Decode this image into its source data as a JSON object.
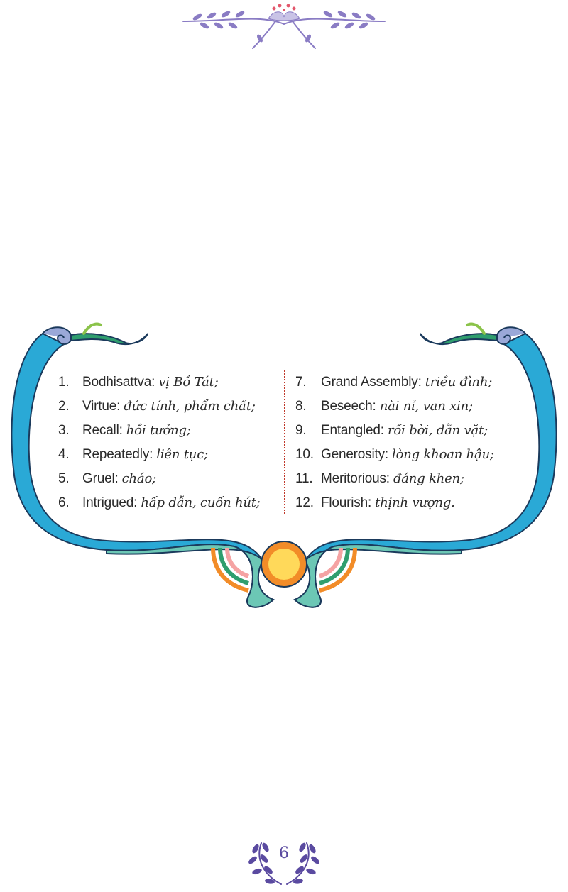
{
  "vocabulary": {
    "left": [
      {
        "num": "1.",
        "term": "Bodhisattva:",
        "def": "vị Bồ Tát;"
      },
      {
        "num": "2.",
        "term": "Virtue:",
        "def": "đức tính, phẩm chất;"
      },
      {
        "num": "3.",
        "term": "Recall:",
        "def": "hồi tưởng;"
      },
      {
        "num": "4.",
        "term": "Repeatedly:",
        "def": "liên tục;"
      },
      {
        "num": "5.",
        "term": "Gruel:",
        "def": "cháo;"
      },
      {
        "num": "6.",
        "term": "Intrigued:",
        "def": "hấp dẫn, cuốn hút;"
      }
    ],
    "right": [
      {
        "num": "7.",
        "term": "Grand Assembly:",
        "def": "triều đình;"
      },
      {
        "num": "8.",
        "term": "Beseech:",
        "def": "nài nỉ, van xin;"
      },
      {
        "num": "9.",
        "term": "Entangled:",
        "def": "rối bời, dằn vặt;"
      },
      {
        "num": "10.",
        "term": "Generosity:",
        "def": "lòng khoan hậu;"
      },
      {
        "num": "11.",
        "term": "Meritorious:",
        "def": "đáng khen;"
      },
      {
        "num": "12.",
        "term": "Flourish:",
        "def": "thịnh vượng."
      }
    ]
  },
  "footer": {
    "page_number": "6"
  },
  "colors": {
    "lavender": "#8a7cc4",
    "teal": "#6cc7b5",
    "blue": "#2aa9d6",
    "periwinkle": "#9aa8d8",
    "green": "#2f9e6e",
    "orange": "#f28c28",
    "yellow": "#ffd95a",
    "accent_red": "#c0392b"
  },
  "icons": [
    "floral-vine-ornament",
    "ribbon-frame",
    "sun-medallion",
    "laurel-wreath"
  ]
}
